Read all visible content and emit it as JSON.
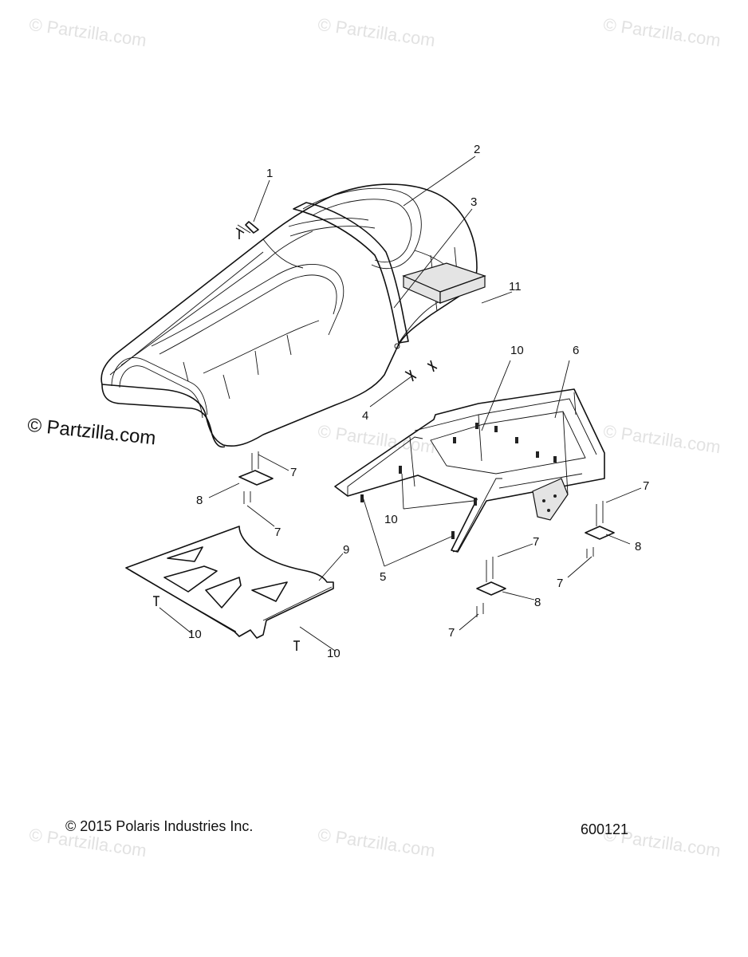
{
  "watermarks": [
    "© Partzilla.com",
    "© Partzilla.com",
    "© Partzilla.com",
    "© Partzilla.com",
    "© Partzilla.com",
    "© Partzilla.com",
    "© Partzilla.com",
    "© Partzilla.com",
    "© Partzilla.com"
  ],
  "watermark_primary": "© Partzilla.com",
  "footer": {
    "copyright": "© 2015 Polaris Industries Inc.",
    "diagram_number": "600121"
  },
  "callouts": {
    "c1": "1",
    "c2": "2",
    "c3": "3",
    "c4": "4",
    "c5": "5",
    "c6": "6",
    "c7a": "7",
    "c7b": "7",
    "c7c": "7",
    "c7d": "7",
    "c7e": "7",
    "c7f": "7",
    "c8a": "8",
    "c8b": "8",
    "c8c": "8",
    "c9": "9",
    "c10a": "10",
    "c10b": "10",
    "c10c": "10",
    "c10d": "10",
    "c11": "11"
  },
  "colors": {
    "line": "#111111",
    "watermark": "#e2e2e2",
    "background": "#ffffff"
  }
}
